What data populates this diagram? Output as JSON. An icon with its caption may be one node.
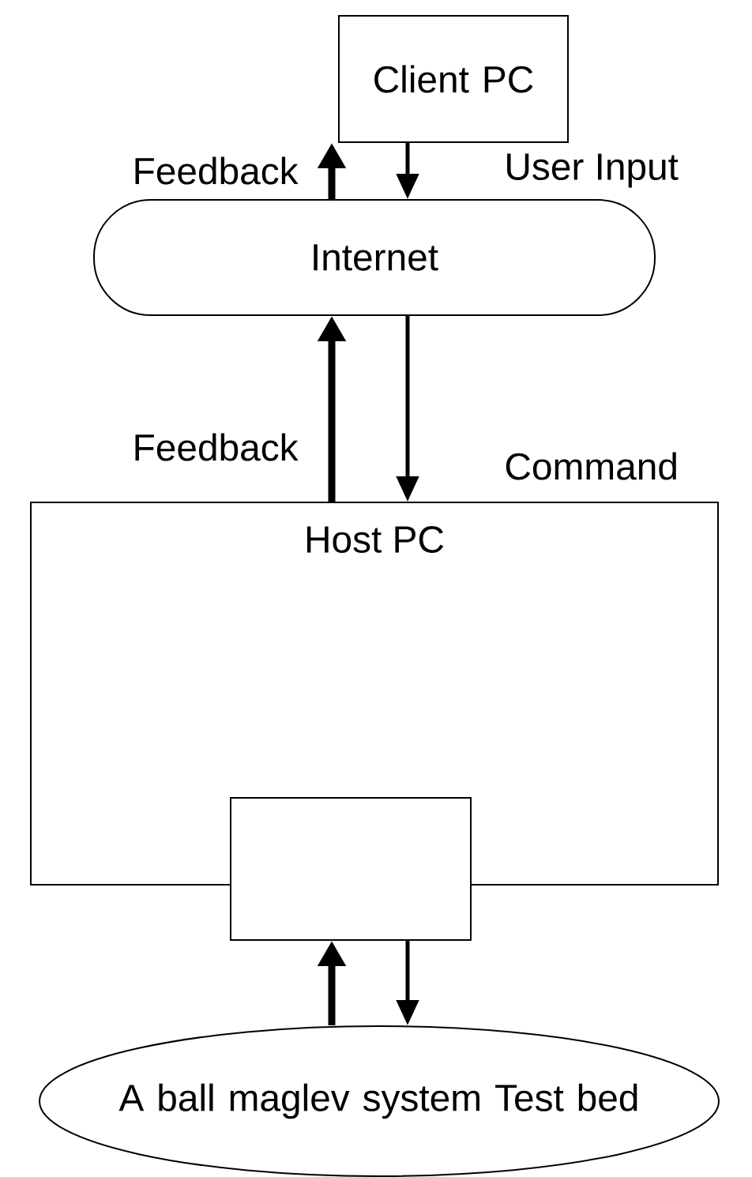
{
  "diagram": {
    "nodes": [
      {
        "text": [
          "Client PC"
        ]
      },
      {
        "text": [
          "Internet"
        ]
      },
      {
        "text": [
          "Host PC"
        ]
      },
      {
        "text": [],
        "shape": "box"
      },
      {
        "text": [
          "A ball maglev system Test bed"
        ]
      }
    ],
    "edges": [
      {
        "from": 1,
        "to": 0,
        "arrow": "to",
        "style": "thick",
        "label": "Feedback"
      },
      {
        "from": 0,
        "to": 1,
        "arrow": "to",
        "label": "User Input"
      },
      {
        "from": 2,
        "to": 1,
        "arrow": "to",
        "style": "thick",
        "label": "Feedback"
      },
      {
        "from": 1,
        "to": 2,
        "arrow": "to",
        "label": "Command"
      },
      {
        "from": 4,
        "to": 3,
        "arrow": "to",
        "style": "thick"
      },
      {
        "from": 3,
        "to": 4,
        "arrow": "to"
      }
    ]
  }
}
